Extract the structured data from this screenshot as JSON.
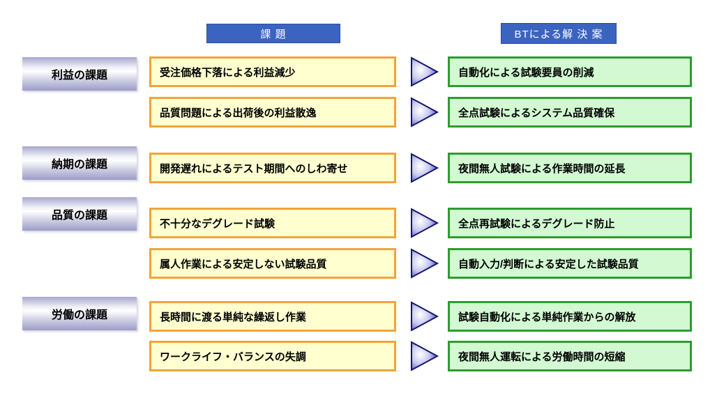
{
  "headers": {
    "challenge": "課 題",
    "solution": "BTによる解 決 案"
  },
  "categories": [
    {
      "label": "利益の課題"
    },
    {
      "label": "納期の課題"
    },
    {
      "label": "品質の課題"
    },
    {
      "label": "労働の課題"
    }
  ],
  "rows": [
    {
      "challenge": "受注価格下落による利益減少",
      "solution": "自動化による試験要員の削減"
    },
    {
      "challenge": "品質問題による出荷後の利益散逸",
      "solution": "全点試験によるシステム品質確保"
    },
    {
      "challenge": "開発遅れによるテスト期間へのしわ寄せ",
      "solution": "夜間無人試験による作業時間の延長"
    },
    {
      "challenge": "不十分なデグレード試験",
      "solution": "全点再試験によるデグレード防止"
    },
    {
      "challenge": "属人作業による安定しない試験品質",
      "solution": "自動入力/判断による安定した試験品質"
    },
    {
      "challenge": "長時間に渡る単純な繰返し作業",
      "solution": "試験自動化による単純作業からの解放"
    },
    {
      "challenge": "ワークライフ・バランスの失調",
      "solution": "夜間無人運転による労働時間の短縮"
    }
  ],
  "colors": {
    "header_bg": "#3B63C0",
    "header_text": "#FFFFFF",
    "challenge_fill": "#FFFFD0",
    "challenge_border": "#F0A43C",
    "solution_fill": "#D2F9D2",
    "solution_border": "#2E9B2E",
    "category_top": "#A6A6CE",
    "category_bottom": "#9C9CC8",
    "arrow_dark": "#3434B8",
    "arrow_outline": "#16166E"
  }
}
